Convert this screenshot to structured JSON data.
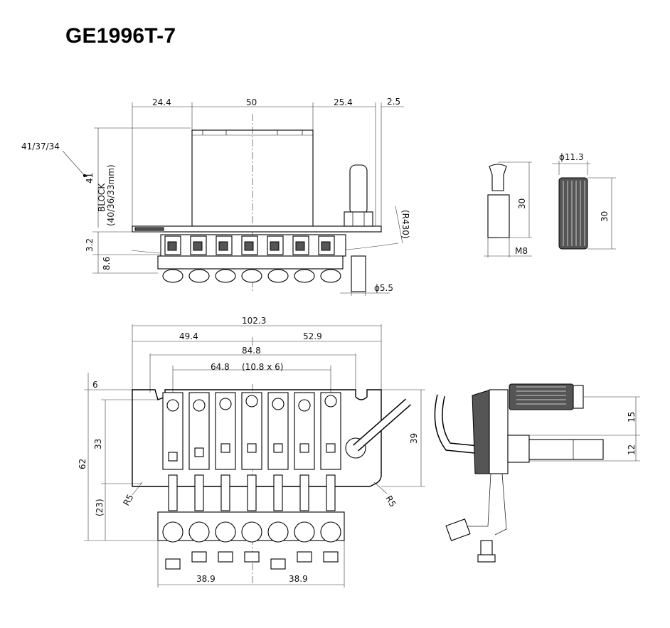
{
  "title": "GE1996T-7",
  "top_view": {
    "dims": {
      "w_left": "24.4",
      "w_mid": "50",
      "w_right": "25.4",
      "w_edge": "2.5",
      "block_label": "41/37/34",
      "block_height": "41",
      "block_text_1": "BLOCK",
      "block_text_2": "(40/36/33mm)",
      "radius": "(R430)",
      "h_small": "3.2",
      "h_saddle": "8.6",
      "post_dia": "ϕ5.5"
    }
  },
  "stud": {
    "height": "30",
    "thread": "M8"
  },
  "knob": {
    "diameter": "ϕ11.3",
    "height": "30"
  },
  "plan_view": {
    "dims": {
      "overall": "102.3",
      "left_half": "49.4",
      "right_half": "52.9",
      "inner": "84.8",
      "spacing": "64.8",
      "spacing_note": "(10.8 x 6)",
      "h_top": "6",
      "h_mid": "33",
      "h_total": "62",
      "h_bottom": "(23)",
      "h_right": "39",
      "r_left": "R5",
      "r_right": "R5",
      "fine_left": "38.9",
      "fine_right": "38.9"
    }
  },
  "side_view": {
    "dims": {
      "upper": "15",
      "lower": "12"
    }
  }
}
